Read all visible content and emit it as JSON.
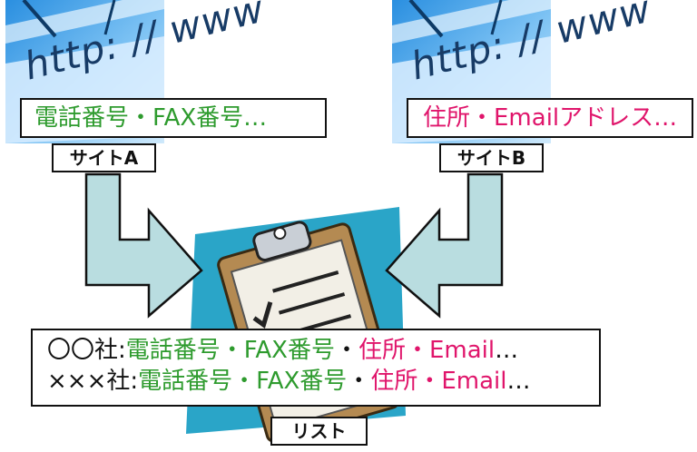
{
  "site_a": {
    "screen_text": "http: // www",
    "caption": "サイトA",
    "info": "電話番号・FAX番号…"
  },
  "site_b": {
    "screen_text": "http: // www",
    "caption": "サイトB",
    "info": "住所・Emailアドレス…"
  },
  "list": {
    "caption": "リスト",
    "rows": [
      {
        "company": "〇〇社",
        "sep": ":",
        "green": "電話番号・FAX番号",
        "dot": "・",
        "pink": "住所・Email",
        "tail": "…"
      },
      {
        "company": "×××社",
        "sep": ":",
        "green": "電話番号・FAX番号",
        "dot": "・",
        "pink": "住所・Email",
        "tail": "…"
      }
    ]
  },
  "colors": {
    "phone_fax": "#2e9b2e",
    "address_email": "#e0156b",
    "arrow_fill": "#b9dde0",
    "clipboard_bg": "#2aa5c8"
  }
}
